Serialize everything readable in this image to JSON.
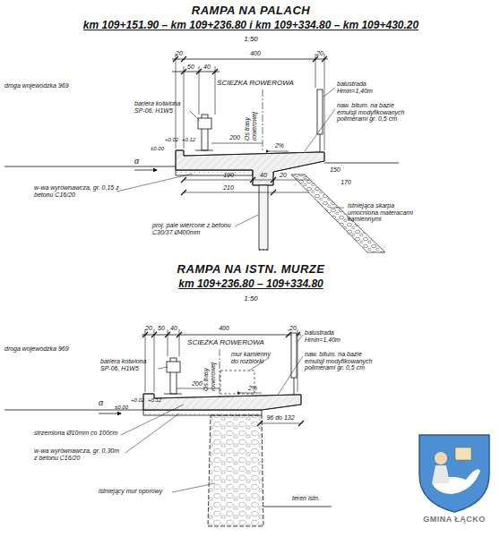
{
  "diagram": {
    "labels": [
      "RAMPA NA PALACH",
      "km 109+151.90 – km 109+236.80 i km 109+334.80 – km 109+430.20",
      "1:50",
      "20",
      "50",
      "40",
      "400",
      "20",
      "ŚCIEŻKA ROWEROWA",
      "droga wojewódzka 969",
      "bariera kotwiona SP-06, H1W5",
      "Oś trasy rowerowej",
      "balustrada Hmin=1,40m",
      "naw. bitum. na bazie emulsji modyfikowanych polimerami gr. 0,5 cm",
      "±0.00",
      "+0.02",
      "+0.12",
      "200",
      "2%",
      "α",
      "w-wa wyrównawcza, gr. 0,15 z betonu C16/20",
      "190",
      "40",
      "20",
      "150",
      "210",
      "170",
      "istniejąca skarpa umocniona materacami kamiennymi",
      "proj. pale wiercone z betonu C30/37 Ø400mm",
      "RAMPA NA ISTN. MURZE",
      "km 109+236.80 – 109+334.80",
      "1:50",
      "20",
      "50",
      "40",
      "400",
      "20",
      "ŚCIEŻKA ROWEROWA",
      "droga wojewódzka 969",
      "bariera kotwiona SP-06, H1W5",
      "Oś trasy rowerowej",
      "mur kamienny do rozbiórki",
      "balustrada Hmin=1,40m",
      "naw. bitum. na bazie emulsji modyfikowanych polimerami gr. 0,5 cm",
      "±0.00",
      "+0.02",
      "+0.12",
      "200",
      "2%",
      "α",
      "strzemiona Ø10mm co 100cm",
      "w-wa wyrównawcza, gr. 0,30m z betonu C16/20",
      "96 do 132",
      "istniejący mur oporowy",
      "teren istn.",
      "GMINA ŁĄCKO"
    ]
  }
}
